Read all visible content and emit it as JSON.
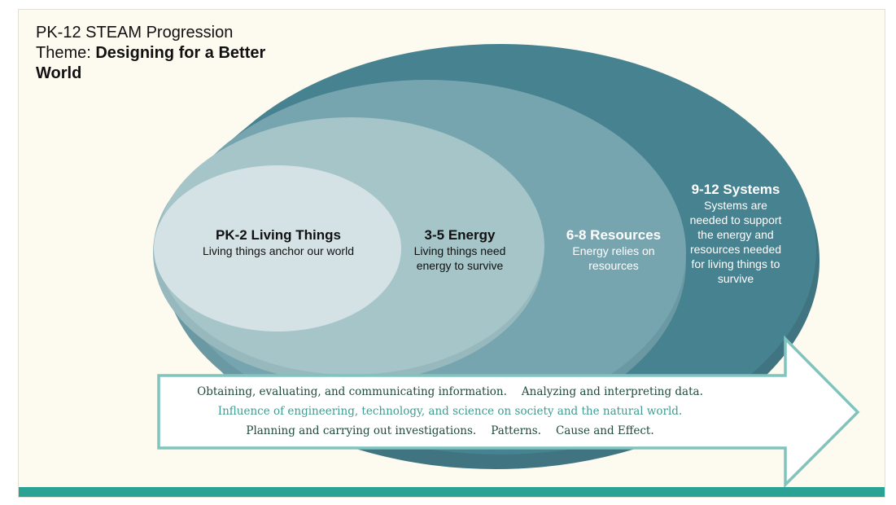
{
  "title": {
    "line1": "PK-12 STEAM Progression",
    "theme_prefix": "Theme: ",
    "theme_name": "Designing for a Better World"
  },
  "levels": [
    {
      "id": "pk2",
      "heading": "PK-2 Living Things",
      "description": "Living things anchor our world",
      "fill": "#d4e2e6"
    },
    {
      "id": "g35",
      "heading": "3-5 Energy",
      "description": "Living things need energy to survive",
      "fill": "#a5c5c9"
    },
    {
      "id": "g68",
      "heading": "6-8 Resources",
      "description": "Energy relies on resources",
      "fill": "#76a5af"
    },
    {
      "id": "g912",
      "heading": "9-12 Systems",
      "description": "Systems are needed to support the energy and resources needed for living things to survive",
      "fill": "#468290"
    }
  ],
  "practices": {
    "row1": [
      "Obtaining, evaluating, and communicating information.",
      "Analyzing and interpreting data."
    ],
    "row2": [
      "Influence of engineering, technology, and science on society and the natural world."
    ],
    "row3": [
      "Planning and carrying out investigations.",
      "Patterns.",
      "Cause and Effect."
    ]
  },
  "colors": {
    "slide_background": "#fdfaf0",
    "ellipse_shadow": "#3f7480",
    "arrow_outline": "#7fc4bd",
    "arrow_fill": "#ffffff",
    "text_primary": "#1f4a3c",
    "text_accent": "#3f9c92",
    "band": "#2aa394"
  }
}
